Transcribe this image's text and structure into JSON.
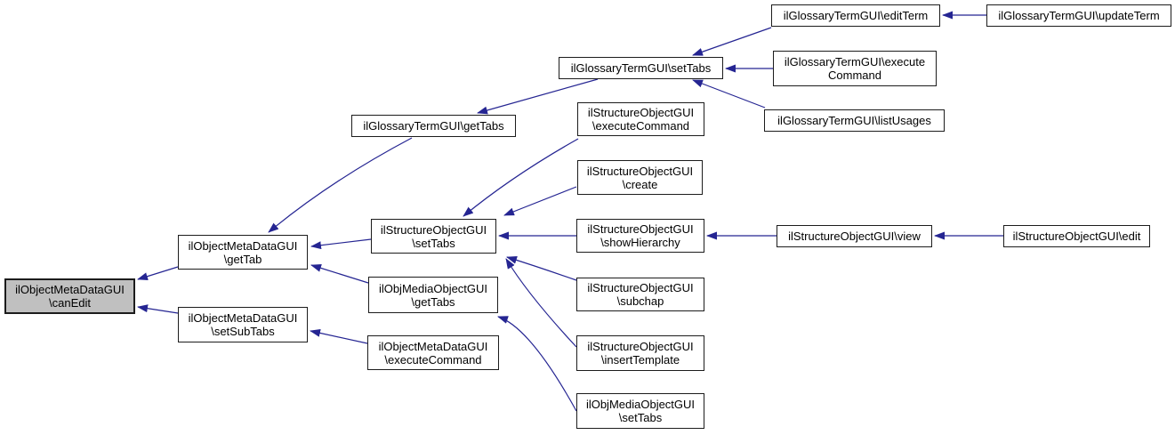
{
  "diagram": {
    "type": "call-graph",
    "colors": {
      "background": "#ffffff",
      "edge": "#252592",
      "node_border": "#1c1c1c",
      "node_fill": "#ffffff",
      "highlight_fill": "#c0c0c0",
      "text": "#000000"
    },
    "nodes": [
      {
        "id": "meta-canEdit",
        "label": "ilObjectMetaDataGUI\n\\canEdit",
        "highlighted": true
      },
      {
        "id": "meta-getTab",
        "label": "ilObjectMetaDataGUI\n\\getTab",
        "highlighted": false
      },
      {
        "id": "meta-setSubTabs",
        "label": "ilObjectMetaDataGUI\n\\setSubTabs",
        "highlighted": false
      },
      {
        "id": "gloss-getTabs",
        "label": "ilGlossaryTermGUI\\getTabs",
        "highlighted": false
      },
      {
        "id": "struct-setTabs",
        "label": "ilStructureObjectGUI\n\\setTabs",
        "highlighted": false
      },
      {
        "id": "media-getTabs",
        "label": "ilObjMediaObjectGUI\n\\getTabs",
        "highlighted": false
      },
      {
        "id": "meta-executeCommand",
        "label": "ilObjectMetaDataGUI\n\\executeCommand",
        "highlighted": false
      },
      {
        "id": "gloss-setTabs",
        "label": "ilGlossaryTermGUI\\setTabs",
        "highlighted": false
      },
      {
        "id": "struct-executeCommand",
        "label": "ilStructureObjectGUI\n\\executeCommand",
        "highlighted": false
      },
      {
        "id": "struct-create",
        "label": "ilStructureObjectGUI\n\\create",
        "highlighted": false
      },
      {
        "id": "struct-showHierarchy",
        "label": "ilStructureObjectGUI\n\\showHierarchy",
        "highlighted": false
      },
      {
        "id": "struct-subchap",
        "label": "ilStructureObjectGUI\n\\subchap",
        "highlighted": false
      },
      {
        "id": "struct-insertTemplate",
        "label": "ilStructureObjectGUI\n\\insertTemplate",
        "highlighted": false
      },
      {
        "id": "media-setTabs",
        "label": "ilObjMediaObjectGUI\n\\setTabs",
        "highlighted": false
      },
      {
        "id": "gloss-editTerm",
        "label": "ilGlossaryTermGUI\\editTerm",
        "highlighted": false
      },
      {
        "id": "gloss-executeCommand",
        "label": "ilGlossaryTermGUI\\execute\nCommand",
        "highlighted": false
      },
      {
        "id": "gloss-listUsages",
        "label": "ilGlossaryTermGUI\\listUsages",
        "highlighted": false
      },
      {
        "id": "struct-view",
        "label": "ilStructureObjectGUI\\view",
        "highlighted": false
      },
      {
        "id": "struct-edit",
        "label": "ilStructureObjectGUI\\edit",
        "highlighted": false
      },
      {
        "id": "gloss-updateTerm",
        "label": "ilGlossaryTermGUI\\updateTerm",
        "highlighted": false
      }
    ],
    "edges": [
      {
        "from": "meta-getTab",
        "to": "meta-canEdit"
      },
      {
        "from": "meta-setSubTabs",
        "to": "meta-canEdit"
      },
      {
        "from": "gloss-getTabs",
        "to": "meta-getTab"
      },
      {
        "from": "struct-setTabs",
        "to": "meta-getTab"
      },
      {
        "from": "media-getTabs",
        "to": "meta-getTab"
      },
      {
        "from": "meta-executeCommand",
        "to": "meta-setSubTabs"
      },
      {
        "from": "gloss-setTabs",
        "to": "gloss-getTabs"
      },
      {
        "from": "gloss-editTerm",
        "to": "gloss-setTabs"
      },
      {
        "from": "gloss-executeCommand",
        "to": "gloss-setTabs"
      },
      {
        "from": "gloss-listUsages",
        "to": "gloss-setTabs"
      },
      {
        "from": "gloss-updateTerm",
        "to": "gloss-editTerm"
      },
      {
        "from": "struct-executeCommand",
        "to": "struct-setTabs"
      },
      {
        "from": "struct-create",
        "to": "struct-setTabs"
      },
      {
        "from": "struct-showHierarchy",
        "to": "struct-setTabs"
      },
      {
        "from": "struct-subchap",
        "to": "struct-setTabs"
      },
      {
        "from": "struct-insertTemplate",
        "to": "struct-setTabs"
      },
      {
        "from": "struct-view",
        "to": "struct-showHierarchy"
      },
      {
        "from": "struct-edit",
        "to": "struct-view"
      },
      {
        "from": "media-setTabs",
        "to": "media-getTabs"
      }
    ]
  }
}
